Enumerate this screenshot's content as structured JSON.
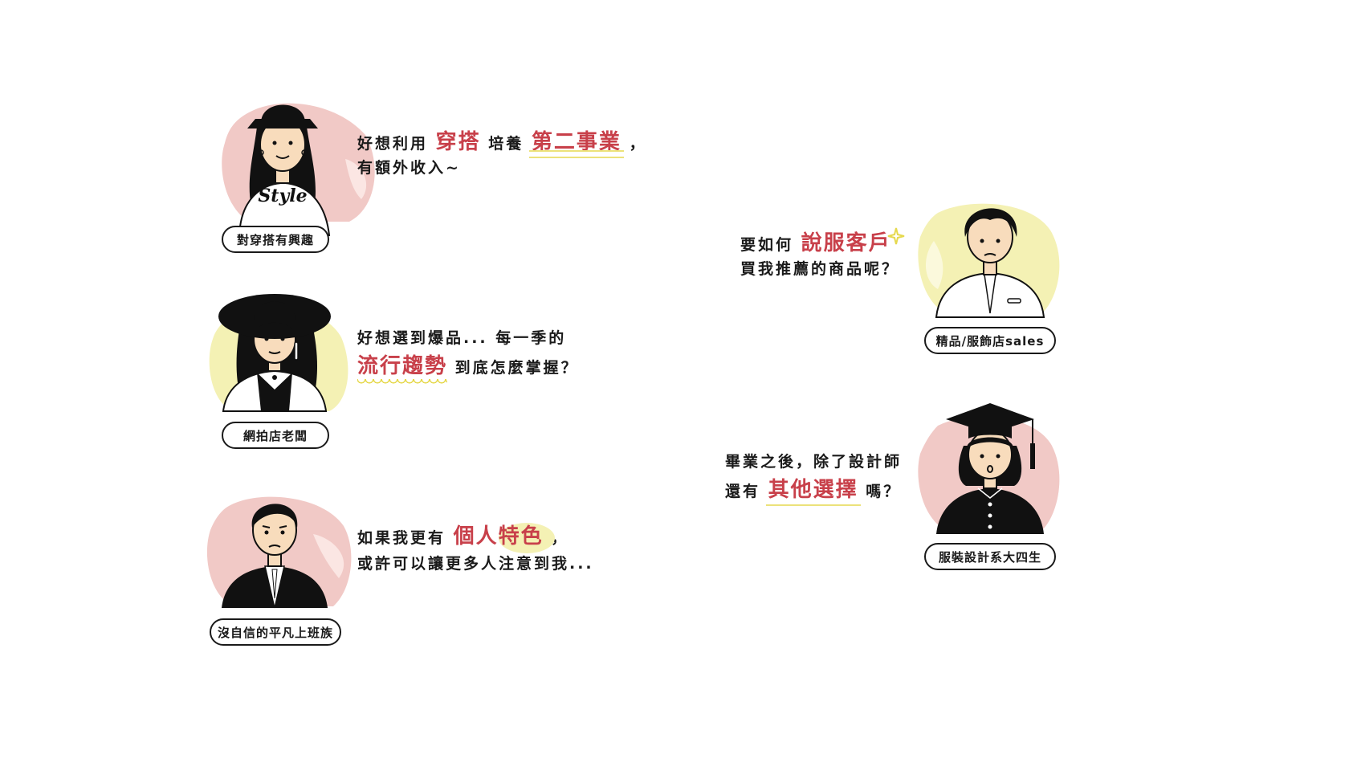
{
  "colors": {
    "accent_red": "#c8404a",
    "blob_pink": "#f1c9c6",
    "blob_yellow": "#f4f1b4",
    "underline_yellow": "#ece27a",
    "skin": "#f8dcbc",
    "ink": "#111111"
  },
  "personas": [
    {
      "tag": "對穿搭有興趣",
      "shirt_text": "Style",
      "quote": {
        "l1_a": "好想利用",
        "l1_h1": "穿搭",
        "l1_b": "培養",
        "l1_h2": "第二事業",
        "l1_c": "，",
        "l2": "有額外收入~"
      }
    },
    {
      "tag": "網拍店老闆",
      "quote": {
        "l1": "好想選到爆品... 每一季的",
        "l2_h": "流行趨勢",
        "l2_b": "到底怎麼掌握？"
      }
    },
    {
      "tag": "沒自信的平凡上班族",
      "quote": {
        "l1_a": "如果我更有",
        "l1_h": "個人特色",
        "l1_c": "，",
        "l2": "或許可以讓更多人注意到我..."
      }
    },
    {
      "tag": "精品/服飾店sales",
      "quote": {
        "l1_a": "要如何",
        "l1_h": "說服客戶",
        "l2": "買我推薦的商品呢？"
      }
    },
    {
      "tag": "服裝設計系大四生",
      "quote": {
        "l1": "畢業之後，除了設計師",
        "l2_a": "還有",
        "l2_h": "其他選擇",
        "l2_c": "嗎？"
      }
    }
  ]
}
